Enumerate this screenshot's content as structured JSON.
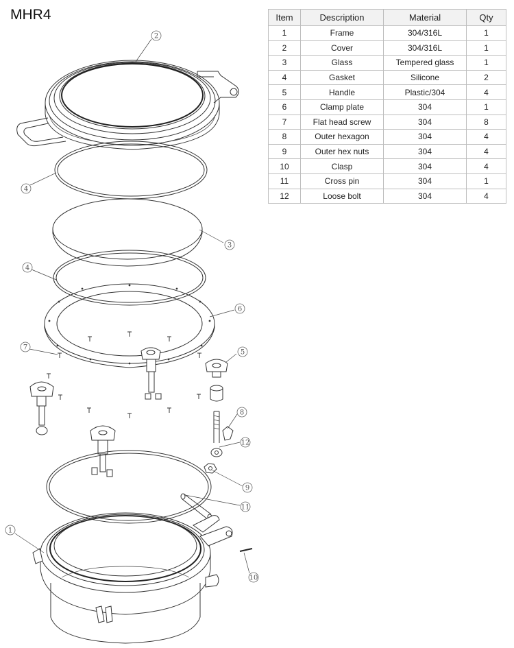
{
  "model": "MHR4",
  "table": {
    "headers": [
      "Item",
      "Description",
      "Material",
      "Qty"
    ],
    "rows": [
      {
        "item": "1",
        "description": "Frame",
        "material": "304/316L",
        "qty": "1"
      },
      {
        "item": "2",
        "description": "Cover",
        "material": "304/316L",
        "qty": "1"
      },
      {
        "item": "3",
        "description": "Glass",
        "material": "Tempered glass",
        "qty": "1"
      },
      {
        "item": "4",
        "description": "Gasket",
        "material": "Silicone",
        "qty": "2"
      },
      {
        "item": "5",
        "description": "Handle",
        "material": "Plastic/304",
        "qty": "4"
      },
      {
        "item": "6",
        "description": "Clamp plate",
        "material": "304",
        "qty": "1"
      },
      {
        "item": "7",
        "description": "Flat head screw",
        "material": "304",
        "qty": "8"
      },
      {
        "item": "8",
        "description": "Outer hexagon",
        "material": "304",
        "qty": "4"
      },
      {
        "item": "9",
        "description": "Outer hex nuts",
        "material": "304",
        "qty": "4"
      },
      {
        "item": "10",
        "description": "Clasp",
        "material": "304",
        "qty": "4"
      },
      {
        "item": "11",
        "description": "Cross pin",
        "material": "304",
        "qty": "1"
      },
      {
        "item": "12",
        "description": "Loose bolt",
        "material": "304",
        "qty": "4"
      }
    ]
  },
  "callouts": {
    "c1": "1",
    "c2": "2",
    "c3": "3",
    "c4a": "4",
    "c4b": "4",
    "c5": "5",
    "c6": "6",
    "c7": "7",
    "c8": "8",
    "c9": "9",
    "c10": "10",
    "c11": "11",
    "c12": "12"
  }
}
